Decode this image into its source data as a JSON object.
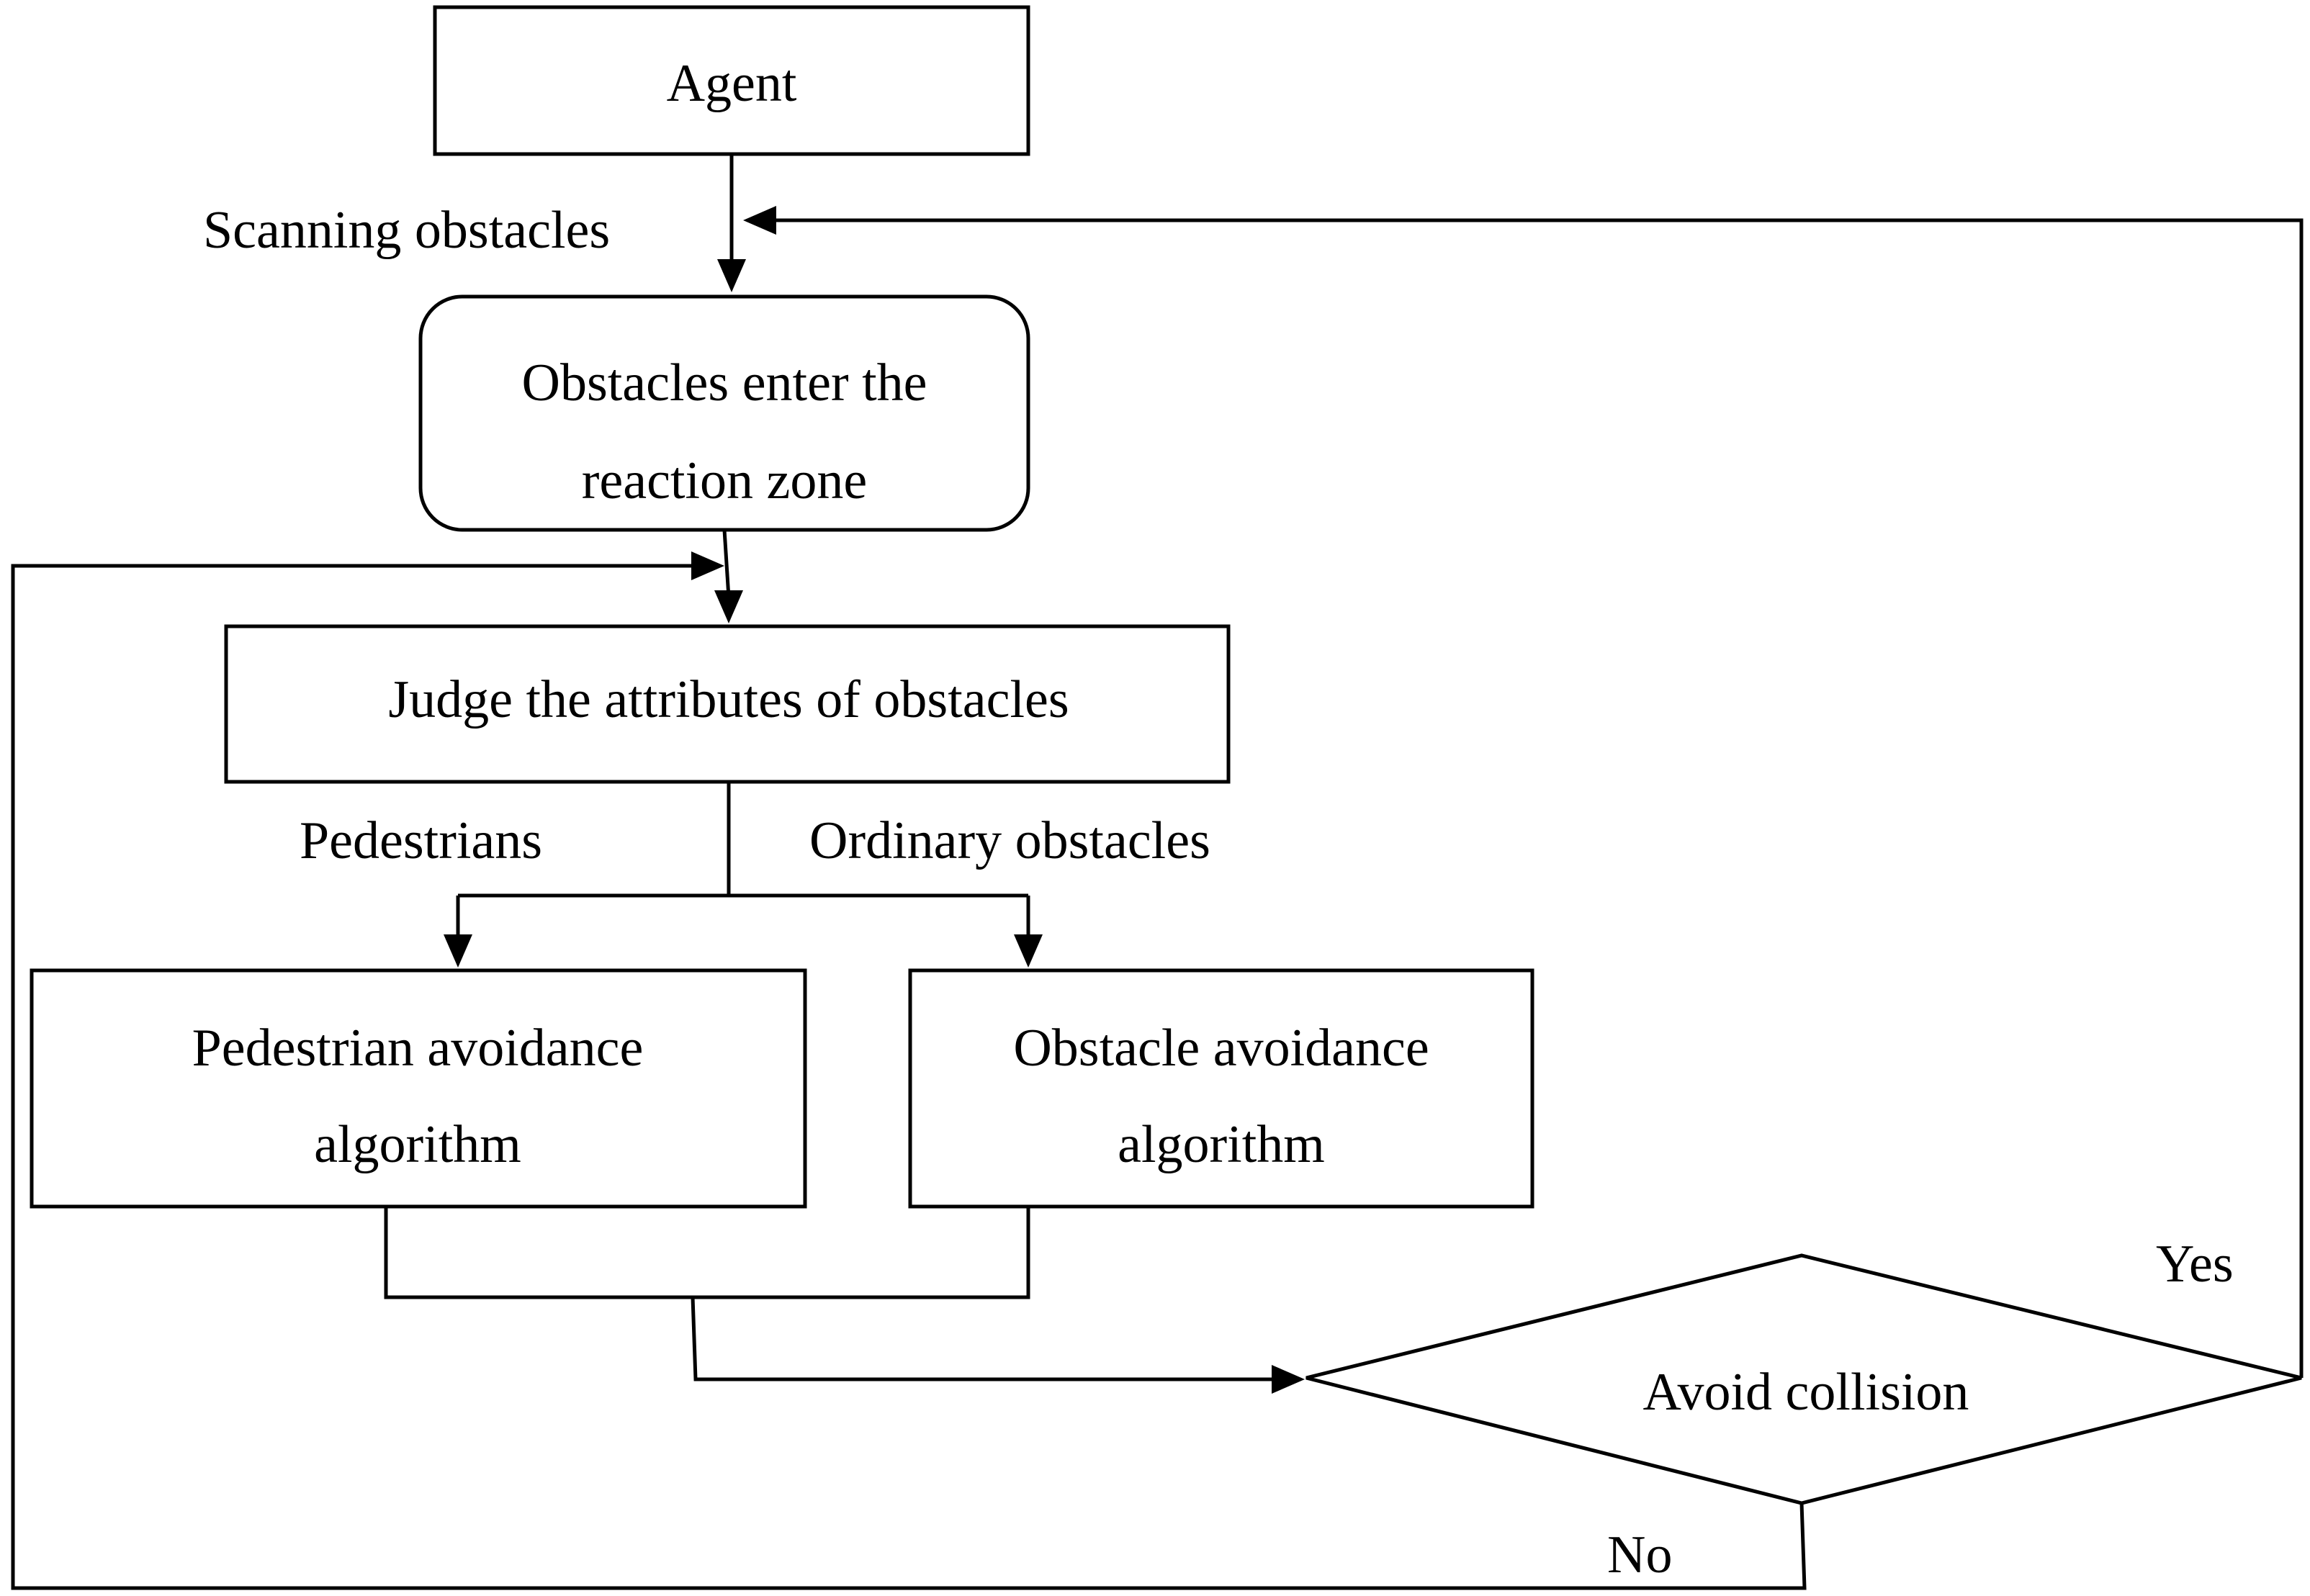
{
  "nodes": {
    "agent": {
      "label": "Agent"
    },
    "reaction_zone": {
      "line1": "Obstacles enter the",
      "line2": "reaction zone"
    },
    "judge": {
      "label": "Judge the attributes of obstacles"
    },
    "pedestrian_algo": {
      "line1": "Pedestrian avoidance",
      "line2": "algorithm"
    },
    "obstacle_algo": {
      "line1": "Obstacle avoidance",
      "line2": "algorithm"
    },
    "avoid_collision": {
      "label": "Avoid collision"
    }
  },
  "edges": {
    "scanning": "Scanning obstacles",
    "pedestrians": "Pedestrians",
    "ordinary": "Ordinary obstacles",
    "yes": "Yes",
    "no": "No"
  },
  "colors": {
    "stroke": "#000000",
    "background": "#ffffff"
  }
}
